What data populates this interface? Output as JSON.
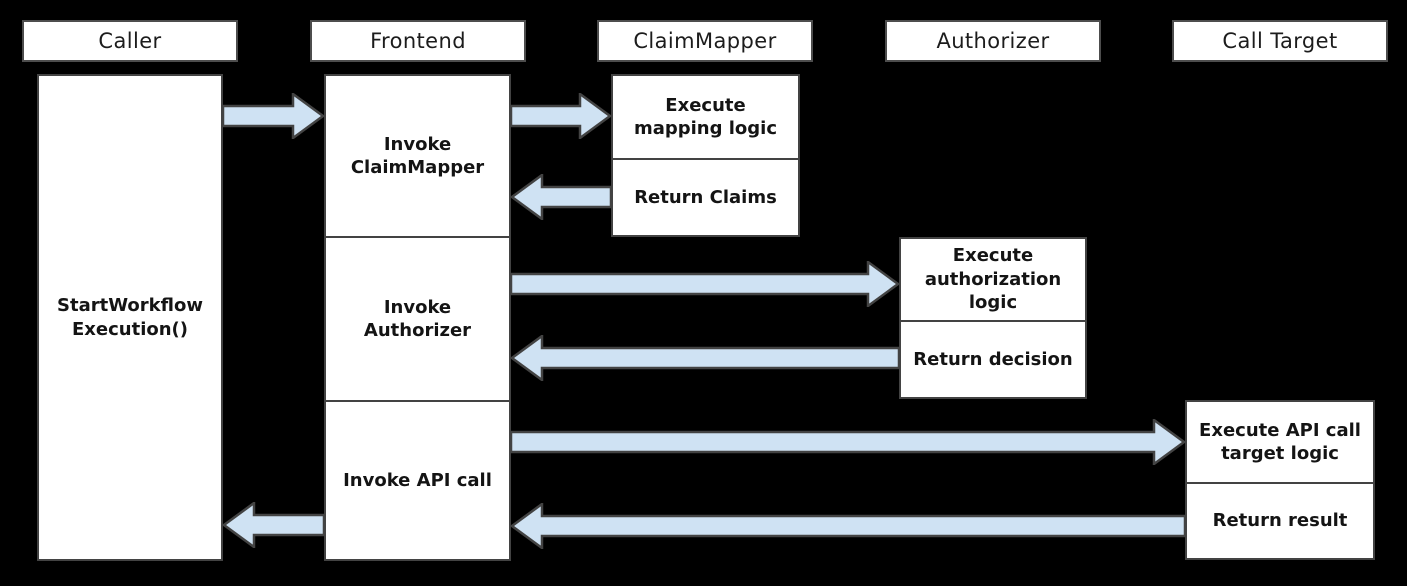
{
  "colors": {
    "background": "#000000",
    "box_fill": "#ffffff",
    "box_border": "#434343",
    "arrow_fill": "#cfe2f3",
    "arrow_stroke": "#434343",
    "text": "#141414"
  },
  "lifelines": [
    {
      "label": "Caller",
      "sections": [
        "StartWorkflow\nExecution()"
      ]
    },
    {
      "label": "Frontend",
      "sections": [
        "Invoke\nClaimMapper",
        "Invoke\nAuthorizer",
        "Invoke API call"
      ]
    },
    {
      "label": "ClaimMapper",
      "sections": [
        "Execute\nmapping logic",
        "Return Claims"
      ]
    },
    {
      "label": "Authorizer",
      "sections": [
        "Execute\nauthorization\nlogic",
        "Return decision"
      ]
    },
    {
      "label": "Call Target",
      "sections": [
        "Execute API call\ntarget logic",
        "Return result"
      ]
    }
  ],
  "arrows": [
    {
      "from": "Caller",
      "to": "Frontend",
      "direction": "right"
    },
    {
      "from": "Frontend",
      "to": "ClaimMapper",
      "direction": "right"
    },
    {
      "from": "ClaimMapper",
      "to": "Frontend",
      "direction": "left"
    },
    {
      "from": "Frontend",
      "to": "Authorizer",
      "direction": "right"
    },
    {
      "from": "Authorizer",
      "to": "Frontend",
      "direction": "left"
    },
    {
      "from": "Frontend",
      "to": "Call Target",
      "direction": "right"
    },
    {
      "from": "Call Target",
      "to": "Frontend",
      "direction": "left"
    },
    {
      "from": "Frontend",
      "to": "Caller",
      "direction": "left"
    }
  ]
}
